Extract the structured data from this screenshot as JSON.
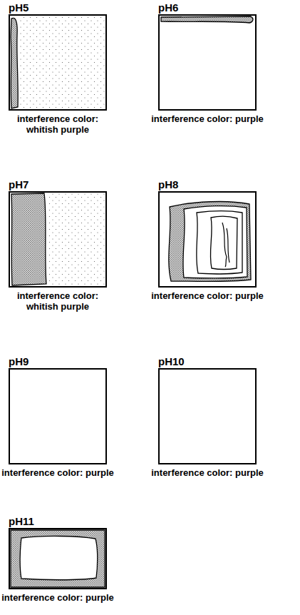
{
  "diagram": {
    "nodes": [
      {
        "text": [
          "pH5",
          "interference color: whitish purple"
        ]
      },
      {
        "text": [
          "pH6",
          "interference color: purple"
        ]
      },
      {
        "text": [
          "pH7",
          "interference color: whitish purple"
        ]
      },
      {
        "text": [
          "pH8",
          "interference color: purple"
        ]
      },
      {
        "text": [
          "pH9",
          "interference color: purple"
        ]
      },
      {
        "text": [
          "pH10",
          "interference color: purple"
        ]
      },
      {
        "text": [
          "pH11",
          "interference color: purple"
        ]
      }
    ]
  }
}
